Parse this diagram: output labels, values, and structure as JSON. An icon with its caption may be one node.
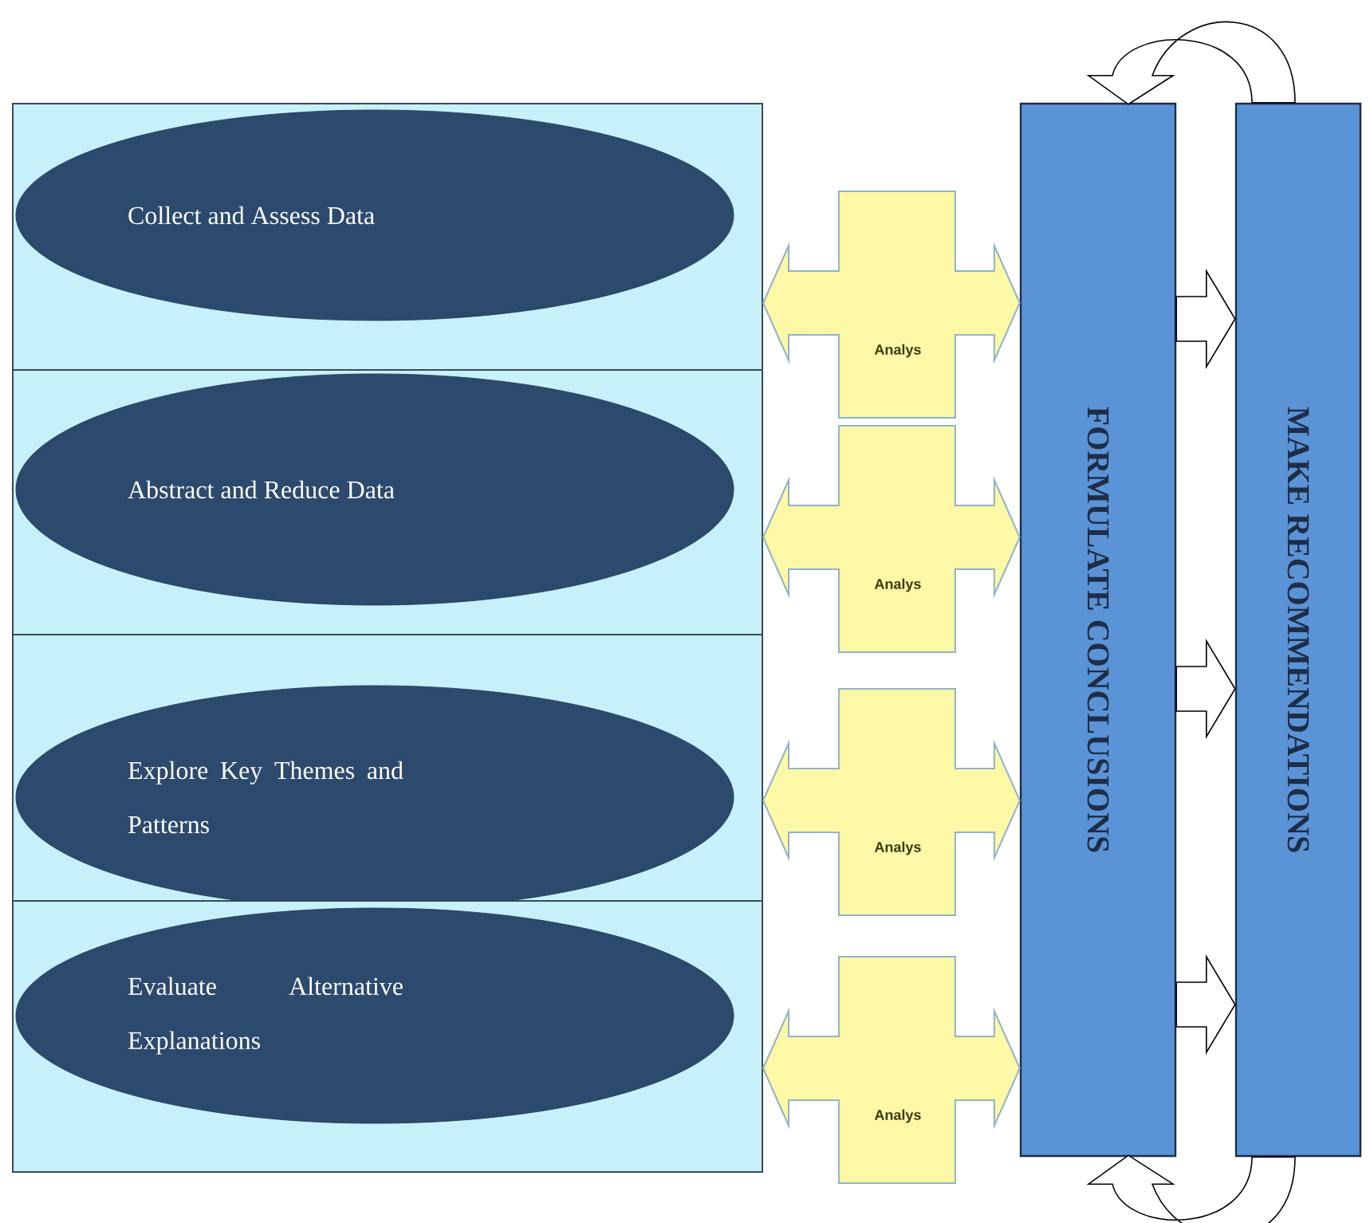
{
  "diagram": {
    "nodes": [
      {
        "text": [],
        "shape": "box"
      },
      {
        "text": [
          "Collect and Assess Data"
        ],
        "in": 0
      },
      {
        "text": [],
        "shape": "box"
      },
      {
        "text": [
          "Abstract and Reduce Data"
        ],
        "in": 2
      },
      {
        "text": [],
        "shape": "box"
      },
      {
        "text": [
          "Explore Key Themes and Patterns"
        ],
        "in": 4
      },
      {
        "text": [],
        "shape": "box"
      },
      {
        "text": [
          "Evaluate Alternative Explanations"
        ],
        "in": 6
      },
      {
        "text": [
          "FORMULATE CONCLUSIONS"
        ]
      },
      {
        "text": [
          "MAKE RECOMMENDATIONS"
        ]
      }
    ],
    "edges": [
      {
        "from": 0,
        "to": 8,
        "arrow": "both",
        "label": "Analys"
      },
      {
        "from": 2,
        "to": 8,
        "arrow": "both",
        "label": "Analys"
      },
      {
        "from": 4,
        "to": 8,
        "arrow": "both",
        "label": "Analys"
      },
      {
        "from": 6,
        "to": 8,
        "arrow": "both",
        "label": "Analys"
      },
      {
        "from": 8,
        "to": 9,
        "arrow": "to",
        "color": "#ffffff"
      },
      {
        "from": 8,
        "to": 9,
        "arrow": "to",
        "color": "#ffffff"
      },
      {
        "from": 8,
        "to": 9,
        "arrow": "to",
        "color": "#ffffff"
      },
      {
        "from": 9,
        "to": 8,
        "arrow": "to",
        "color": "#ffffff"
      },
      {
        "from": 9,
        "to": 8,
        "arrow": "to",
        "color": "#ffffff"
      }
    ]
  }
}
